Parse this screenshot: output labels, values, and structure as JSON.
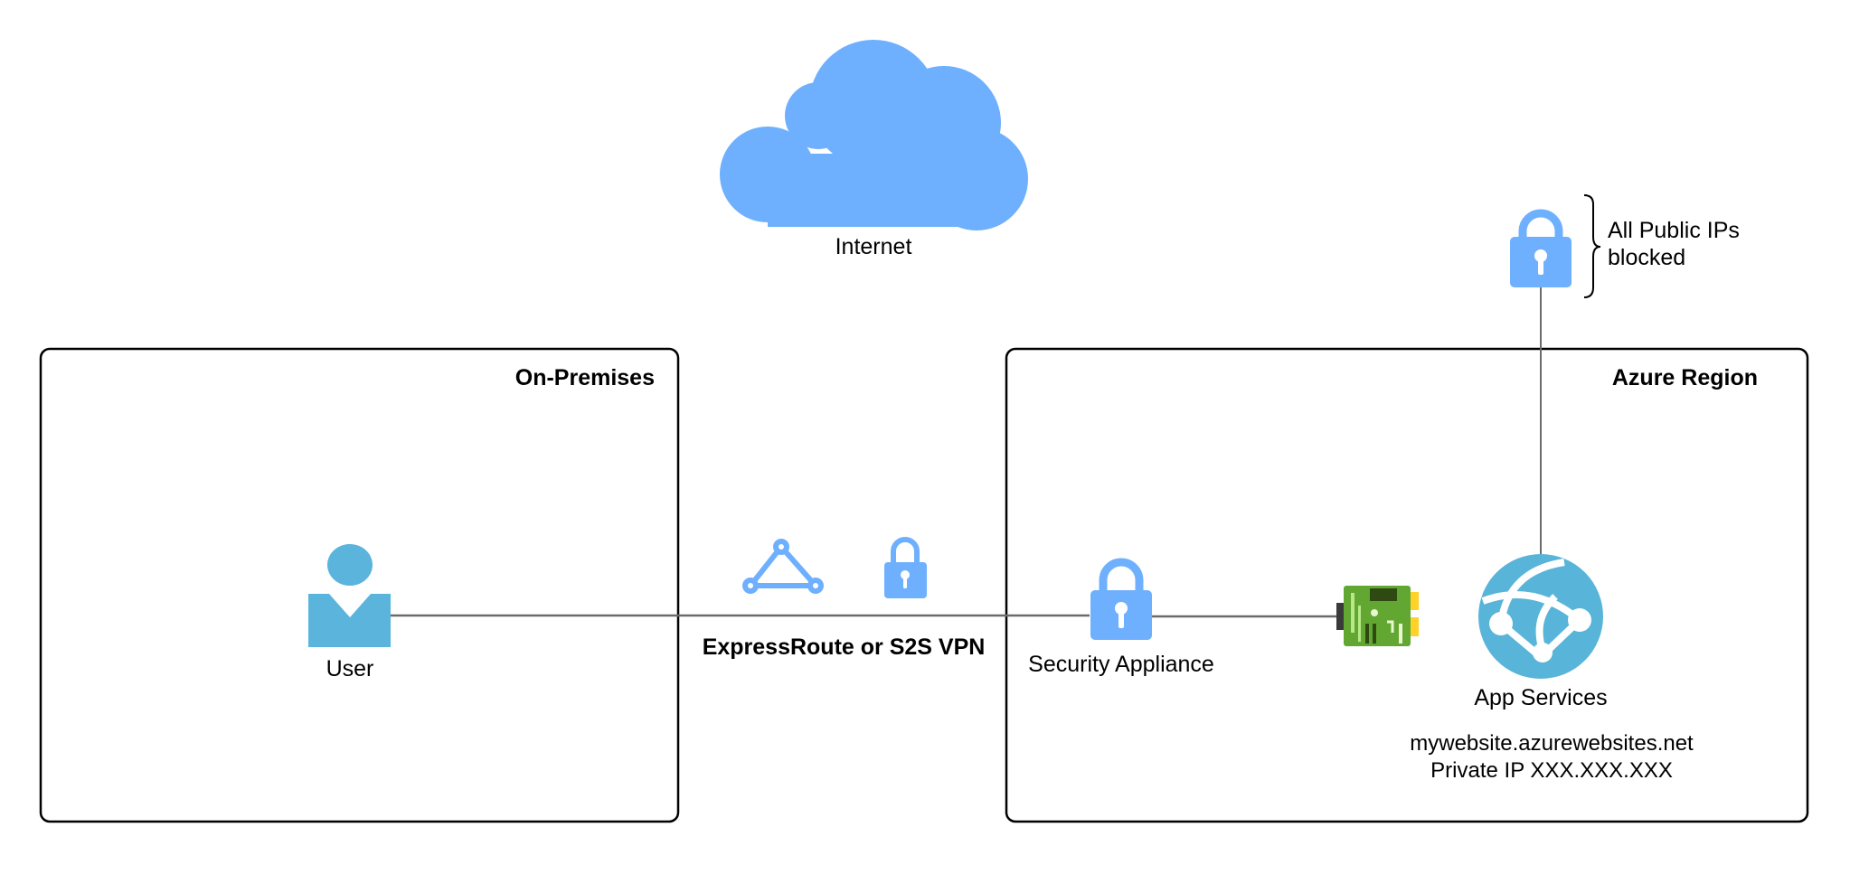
{
  "diagram": {
    "nodes": {
      "internet": {
        "label": "Internet",
        "icon": "cloud-icon"
      },
      "user": {
        "label": "User",
        "icon": "user-icon"
      },
      "security_appliance": {
        "label": "Security Appliance",
        "icon": "lock-icon"
      },
      "nic": {
        "label": "",
        "icon": "network-interface-icon"
      },
      "app_services": {
        "label": "App Services",
        "icon": "app-services-icon",
        "hostname": "mywebsite.azurewebsites.net",
        "private_ip": "Private IP XXX.XXX.XXX"
      },
      "public_lock": {
        "icon": "lock-icon",
        "note_line1": "All Public IPs",
        "note_line2": "blocked"
      }
    },
    "regions": {
      "on_premises": {
        "label": "On-Premises"
      },
      "azure_region": {
        "label": "Azure Region"
      }
    },
    "connection": {
      "label": "ExpressRoute or S2S VPN",
      "icons": [
        "network-triangle-icon",
        "lock-icon"
      ]
    },
    "colors": {
      "cloud": "#6eb0fe",
      "lock": "#6eb0fe",
      "user": "#5ab4dc",
      "app_services": "#59b4d9",
      "nic_board": "#63a733",
      "nic_pins": "#ffd22a",
      "line": "#6b6b6b",
      "border": "#000000"
    }
  }
}
